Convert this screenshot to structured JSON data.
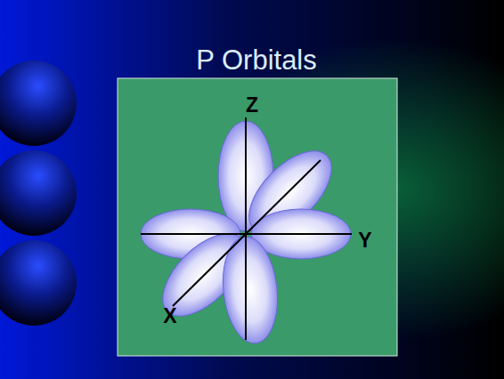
{
  "diagram": {
    "title": "P Orbitals",
    "labels": [
      "Z",
      "Y",
      "X"
    ]
  }
}
